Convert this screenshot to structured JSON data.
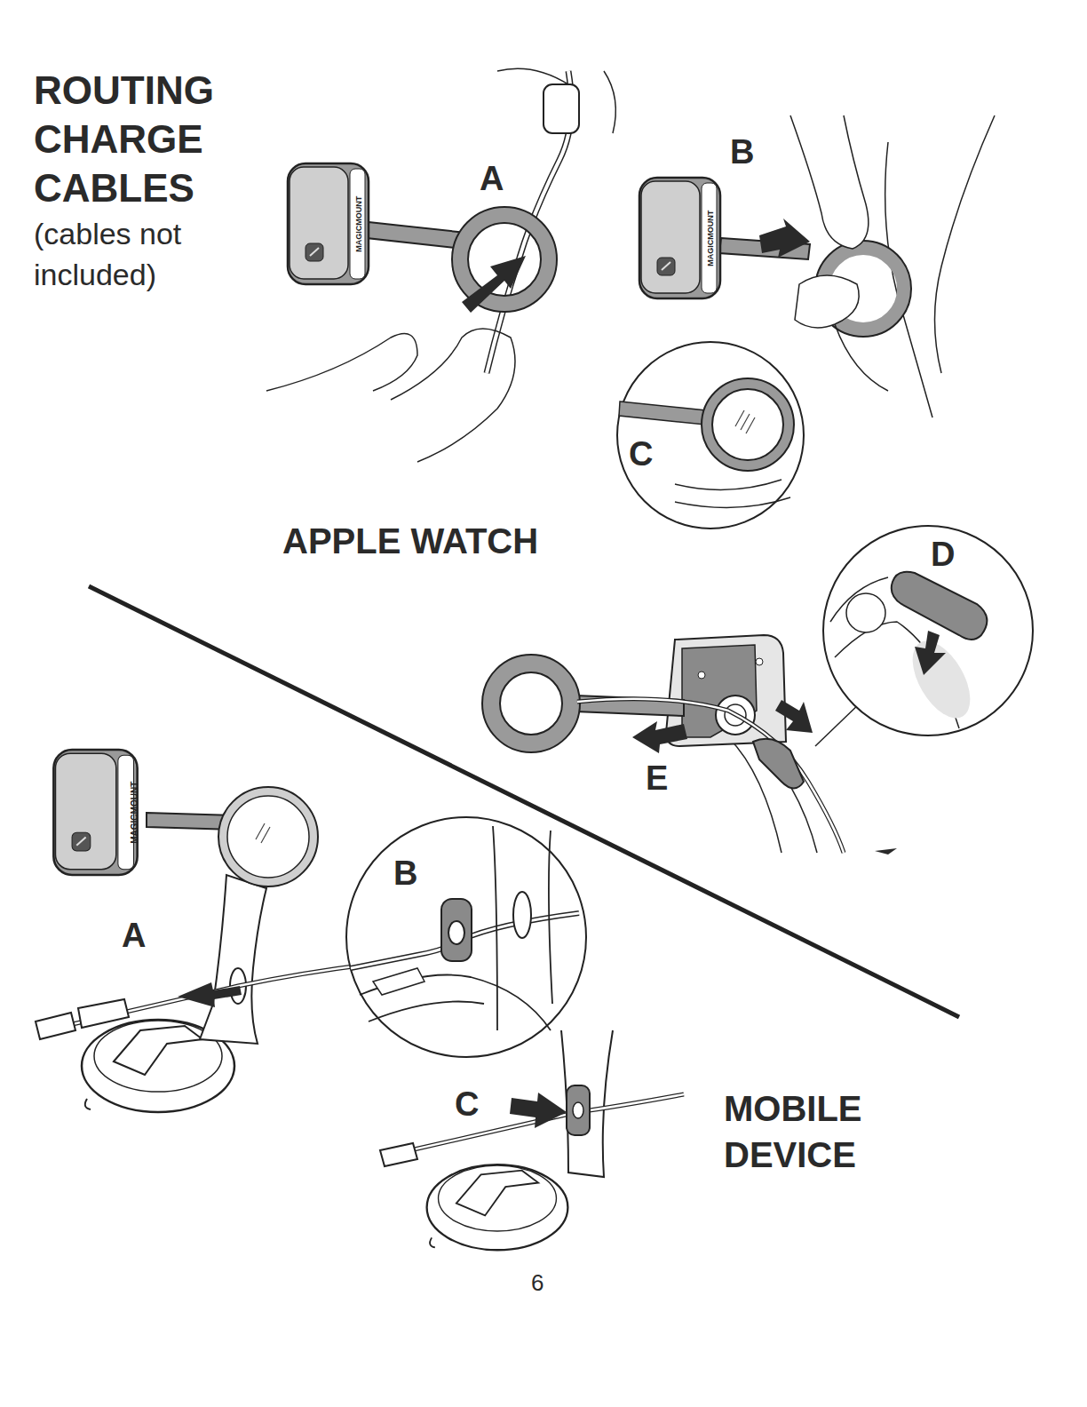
{
  "diagram": {
    "title": "ROUTING CHARGE CABLES",
    "labels": [
      "(cables not included)",
      "MAGICMOUNT",
      "A",
      "B",
      "MAGICMOUNT",
      "C",
      "APPLE WATCH",
      "D",
      "E",
      "MAGICMOUNT",
      "A",
      "B",
      "C",
      "MOBILE DEVICE",
      "6"
    ]
  }
}
